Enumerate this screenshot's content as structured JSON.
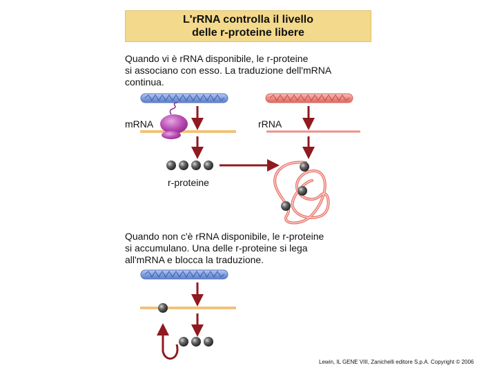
{
  "title": {
    "line1": "L'rRNA controlla il livello",
    "line2": "delle r-proteine libere"
  },
  "section1": {
    "line1": "Quando vi è rRNA disponibile, le r-proteine",
    "line2": "si associano con esso. La traduzione dell'mRNA",
    "line3": "continua."
  },
  "section2": {
    "line1": "Quando non c'è rRNA disponibile, le r-proteine",
    "line2": "si accumulano. Una delle r-proteine si lega",
    "line3": "all'mRNA e blocca la traduzione."
  },
  "labels": {
    "mrna": "mRNA",
    "rrna": "rRNA",
    "rproteine": "r-proteine"
  },
  "credit": "Lewin, IL GENE VIII, Zanichelli editore S.p.A. Copyright © 2006",
  "colors": {
    "title_bg": "#f3d98b",
    "dna_blue": "#7f9fe0",
    "dna_red": "#f08a82",
    "mrna_line": "#f2c27a",
    "rrna_line": "#ef8f88",
    "arrow": "#8f1a1f",
    "ribosome": "#b84bb3",
    "protein": "#4a4a4a"
  }
}
